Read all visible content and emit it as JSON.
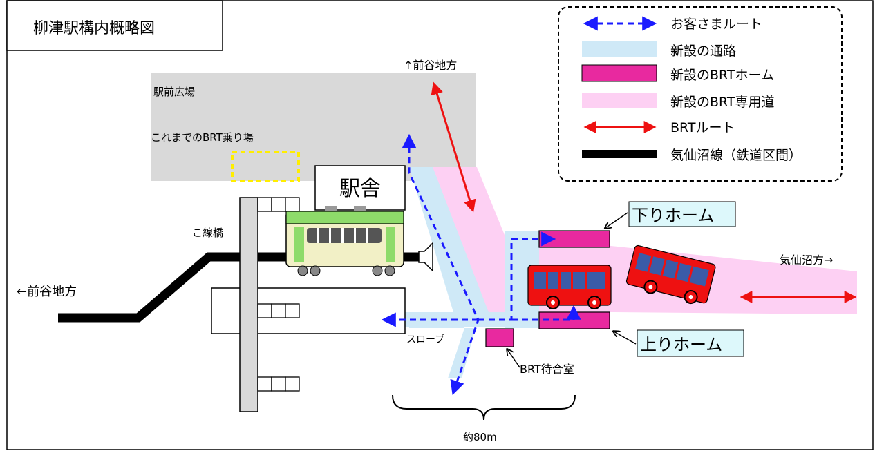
{
  "title": "柳津駅構内概略図",
  "legend": [
    {
      "label": "お客さまルート",
      "kind": "customer-route"
    },
    {
      "label": "新設の通路",
      "kind": "new-passage",
      "color": "#cfe9f7"
    },
    {
      "label": "新設のBRTホーム",
      "kind": "new-brt-platform",
      "color": "#e8299f"
    },
    {
      "label": "新設のBRT専用道",
      "kind": "new-brt-road",
      "color": "#fdd0f3"
    },
    {
      "label": "BRTルート",
      "kind": "brt-route",
      "color": "#ee1111"
    },
    {
      "label": "気仙沼線（鉄道区間）",
      "kind": "railway",
      "color": "#000000"
    }
  ],
  "labels": {
    "plaza": "駅前広場",
    "old_stop": "これまでのBRT乗り場",
    "station_building": "駅舎",
    "overpass": "こ線橋",
    "left_direction": "←前谷地方",
    "top_direction": "↑前谷地方",
    "right_direction": "気仙沼方→",
    "down_platform": "下りホーム",
    "up_platform": "上りホーム",
    "slope": "スロープ",
    "waiting_room": "BRT待合室",
    "distance": "約80m"
  },
  "colors": {
    "plaza": "#d9d9d9",
    "passage": "#cfe9f7",
    "brt_road": "#fdd0f3",
    "platform": "#e8299f",
    "customer_route": "#1a1aff",
    "brt_route": "#ee1111",
    "old_stop_outline": "#ffee00",
    "platform_label_bg": "#ddf8fb"
  },
  "icons": [
    "train-icon",
    "bus-icon",
    "bus-tilted-icon"
  ]
}
